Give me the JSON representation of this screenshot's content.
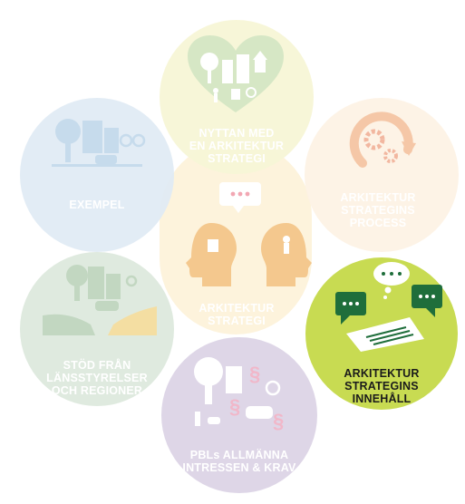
{
  "diagram": {
    "center": {
      "lines": [
        "ARKITEKTUR",
        "STRATEGI"
      ]
    },
    "segments": {
      "nyttan": {
        "lines": [
          "NYTTAN MED",
          "EN ARKITEKTUR",
          "STRATEGI"
        ],
        "color": "#f7f6d6"
      },
      "process": {
        "lines": [
          "ARKITEKTUR",
          "STRATEGINS",
          "PROCESS"
        ],
        "color": "#fdf2e4"
      },
      "innehall": {
        "lines": [
          "ARKITEKTUR",
          "STRATEGINS",
          "INNEHÅLL"
        ],
        "color": "#c8db52",
        "active": true
      },
      "pbl": {
        "lines": [
          "PBLs ALLMÄNNA",
          "INTRESSEN & KRAV"
        ],
        "color": "#dcd3e6"
      },
      "stod": {
        "lines": [
          "STÖD FRÅN",
          "LÄNSSTYRELSER",
          "OCH REGIONER"
        ],
        "color": "#dce8dc"
      },
      "exempel": {
        "lines": [
          "EXEMPEL"
        ],
        "color": "#dfeaf4"
      }
    },
    "colors": {
      "center": "#fdf3dc",
      "head": "#f4c88e",
      "dark_green": "#1f6e3b",
      "label_muted": "#ffffff",
      "label_active": "#1b1b1b"
    }
  }
}
